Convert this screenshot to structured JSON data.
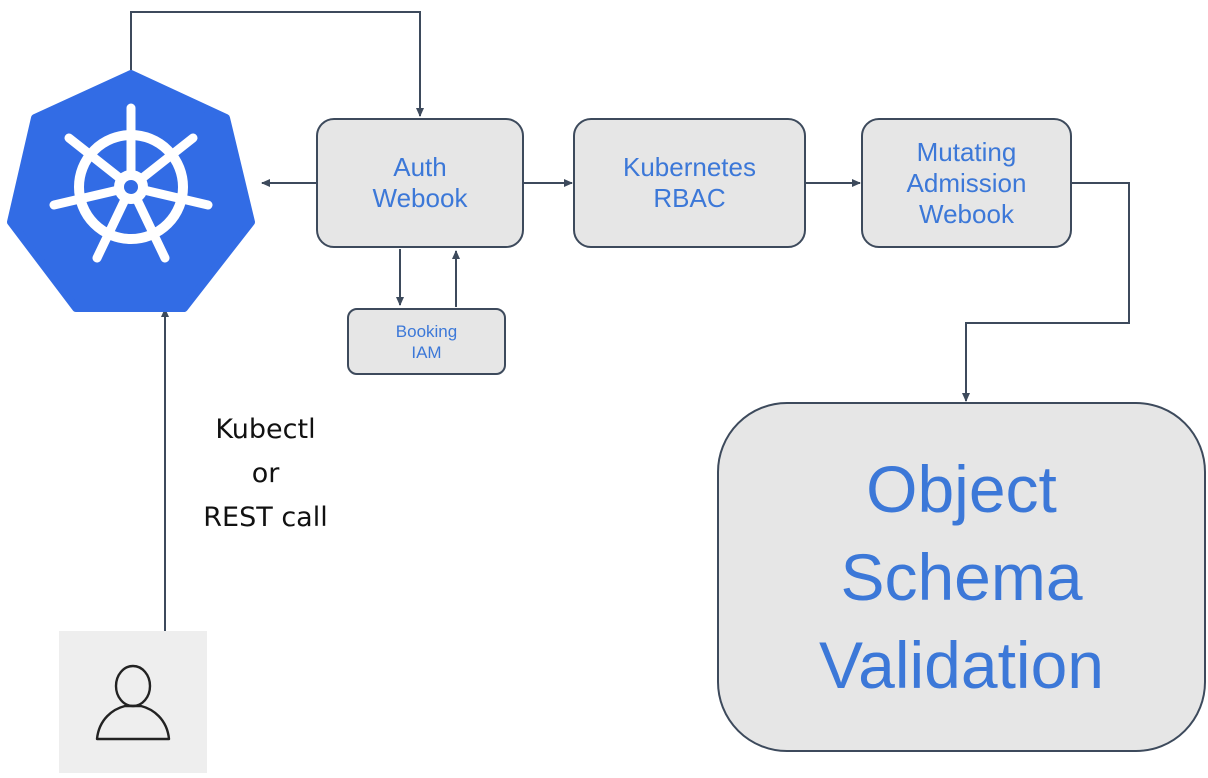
{
  "colors": {
    "accent_text": "#3c78d8",
    "box_fill": "#e6e6e6",
    "box_border": "#3d4a5c",
    "logo_blue": "#326ce5",
    "arrow": "#3d4a5c"
  },
  "icons": {
    "logo": "kubernetes-helm-logo-icon",
    "user": "user-icon"
  },
  "nodes": {
    "auth_webhook": {
      "lines": [
        "Auth",
        "Webook"
      ]
    },
    "rbac": {
      "lines": [
        "Kubernetes",
        "RBAC"
      ]
    },
    "mutating": {
      "lines": [
        "Mutating",
        "Admission",
        "Webook"
      ]
    },
    "iam": {
      "lines": [
        "Booking",
        "IAM"
      ]
    },
    "validation": {
      "lines": [
        "Object",
        "Schema",
        "Validation"
      ]
    }
  },
  "client_label": {
    "lines": [
      "Kubectl",
      "or",
      "REST call"
    ]
  }
}
